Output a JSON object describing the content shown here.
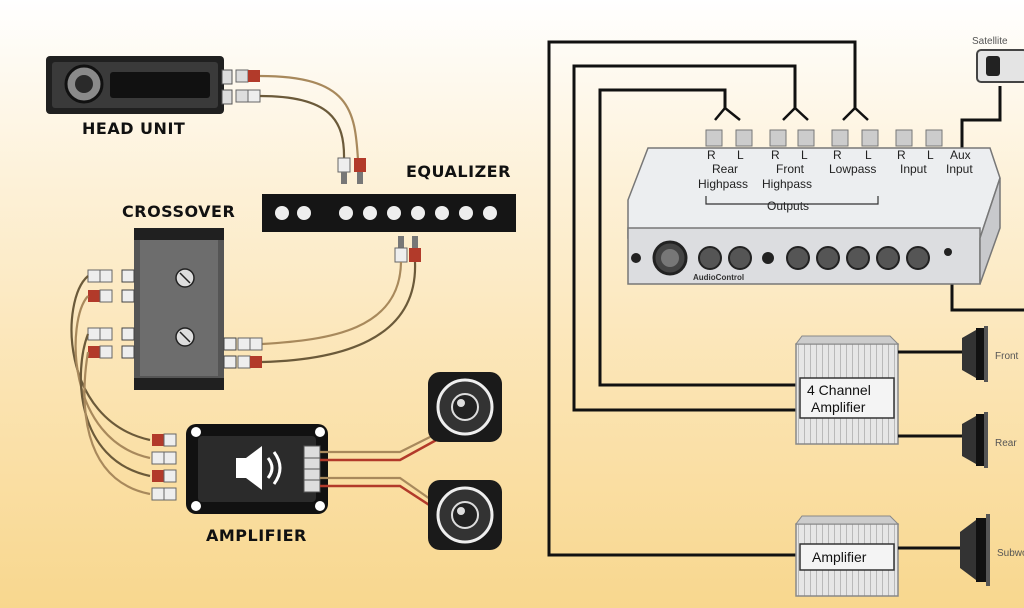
{
  "left_diagram": {
    "head_unit": {
      "label": "HEAD UNIT"
    },
    "equalizer": {
      "label": "EQUALIZER"
    },
    "crossover": {
      "label": "CROSSOVER"
    },
    "amplifier": {
      "label": "AMPLIFIER"
    }
  },
  "right_diagram": {
    "satellite": {
      "label": "Satellite"
    },
    "eq_unit": {
      "channel_labels": [
        "R",
        "L",
        "R",
        "L",
        "R",
        "L",
        "R",
        "L"
      ],
      "group_labels": [
        {
          "line1": "Rear",
          "line2": "Highpass"
        },
        {
          "line1": "Front",
          "line2": "Highpass"
        },
        {
          "line1": "",
          "line2": "Lowpass"
        },
        {
          "line1": "",
          "line2": "Input"
        },
        {
          "line1": "Aux",
          "line2": "Input"
        }
      ],
      "outputs_label": "Outputs",
      "brand_text": "AudioControl"
    },
    "four_channel_amp": {
      "line1": "4 Channel",
      "line2": "Amplifier"
    },
    "amplifier": {
      "label": "Amplifier"
    },
    "speakers": [
      {
        "label": "Front"
      },
      {
        "label": "Rear"
      },
      {
        "label": "Subwoofer"
      }
    ]
  },
  "colors": {
    "wire_red": "#b23a2a",
    "wire_tan": "#a8895c",
    "device_dark": "#1b1b1b",
    "eq_panel": "#eceef0"
  }
}
